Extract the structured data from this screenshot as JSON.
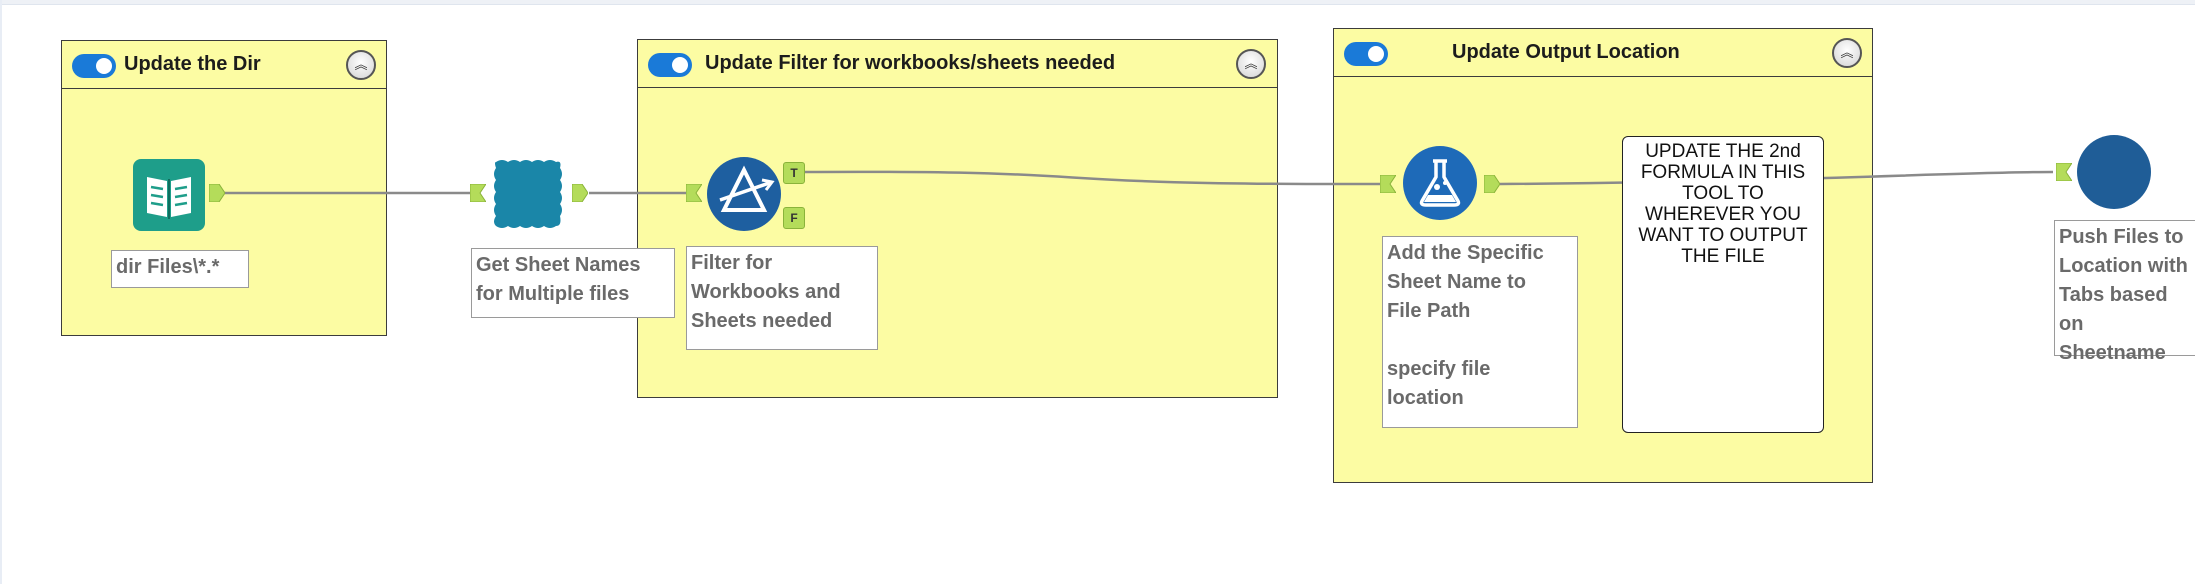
{
  "containers": {
    "dir": {
      "title": "Update the Dir",
      "enabled": true,
      "collapse_icon": "collapse-icon"
    },
    "filter": {
      "title": "Update Filter for workbooks/sheets needed",
      "enabled": true,
      "collapse_icon": "collapse-icon"
    },
    "output": {
      "title": "Update Output Location",
      "enabled": true,
      "collapse_icon": "collapse-icon"
    }
  },
  "tools": {
    "directory": {
      "icon": "directory-book-icon",
      "annotation": "dir Files\\*.*",
      "color": "#1e9e8a"
    },
    "sheet_names": {
      "icon": "macro-tool-icon",
      "annotation": "Get Sheet Names\nfor Multiple files",
      "color": "#1a86a8"
    },
    "filter": {
      "icon": "filter-tool-icon",
      "annotation": "Filter for\nWorkbooks and\nSheets needed",
      "anchor_true": "T",
      "anchor_false": "F",
      "color": "#1e5fa0"
    },
    "formula": {
      "icon": "formula-flask-icon",
      "annotation": "Add the Specific\nSheet Name to\nFile Path\n\nspecify file\nlocation",
      "color": "#1e6ab8"
    },
    "output": {
      "icon": "output-tool-icon",
      "annotation": "Push Files to\nLocation with\nTabs based on\nSheetname",
      "color": "#1f5d97"
    }
  },
  "comment": {
    "text": "UPDATE THE\n2nd FORMULA IN\nTHIS TOOL TO\nWHEREVER\nYOU WANT TO\nOUTPUT THE\nFILE"
  },
  "colors": {
    "container_fill": "#fcfca3",
    "anchor_green": "#b4dc5a",
    "wire": "#8a8a8a",
    "toggle_blue": "#1a7ad8"
  }
}
